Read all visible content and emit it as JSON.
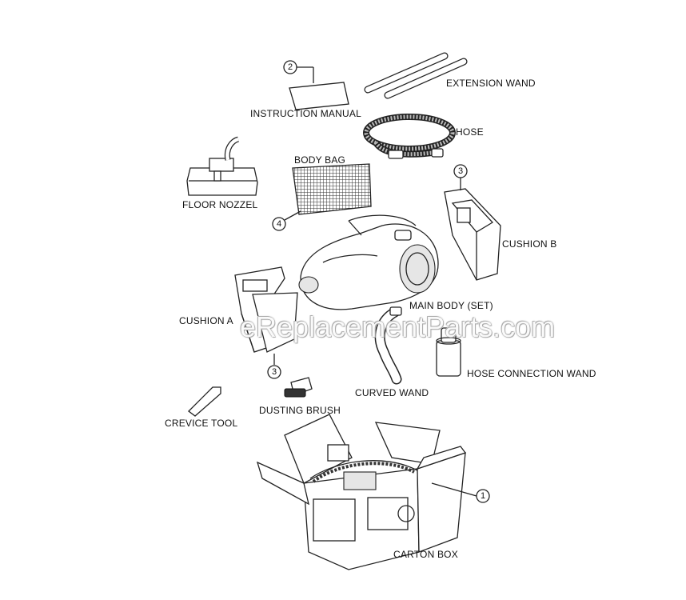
{
  "labels": {
    "instruction_manual": "INSTRUCTION MANUAL",
    "extension_wand": "EXTENSION WAND",
    "hose": "HOSE",
    "floor_nozzel": "FLOOR NOZZEL",
    "body_bag": "BODY BAG",
    "cushion_b": "CUSHION B",
    "main_body": "MAIN BODY (SET)",
    "cushion_a": "CUSHION A",
    "hose_connection_wand": "HOSE CONNECTION WAND",
    "curved_wand": "CURVED WAND",
    "dusting_brush": "DUSTING BRUSH",
    "crevice_tool": "CREVICE TOOL",
    "carton_box": "CARTON BOX"
  },
  "callouts": {
    "manual": "2",
    "cushion_b": "3",
    "body_bag": "4",
    "cushion_a": "3",
    "carton_box": "1"
  },
  "watermark": "eReplacementParts.com"
}
